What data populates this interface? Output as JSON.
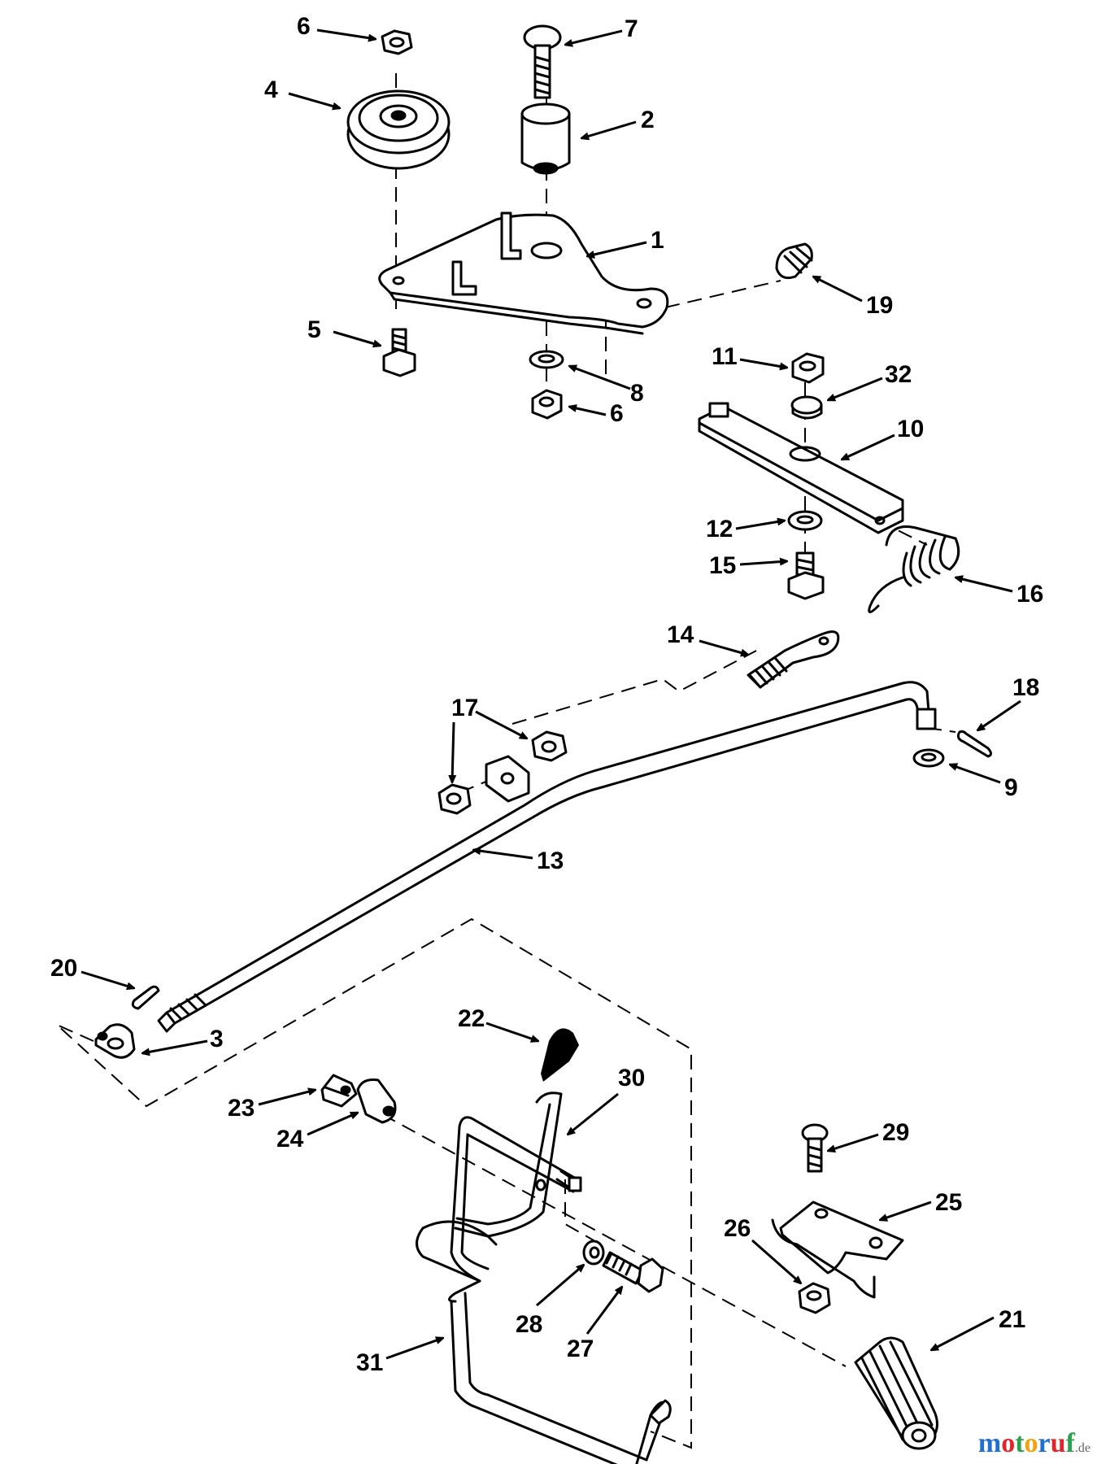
{
  "callouts": [
    "1",
    "2",
    "3",
    "4",
    "5",
    "6",
    "6",
    "7",
    "8",
    "9",
    "10",
    "11",
    "12",
    "13",
    "14",
    "15",
    "16",
    "17",
    "18",
    "19",
    "20",
    "21",
    "22",
    "23",
    "24",
    "25",
    "26",
    "27",
    "28",
    "29",
    "30",
    "31",
    "32"
  ],
  "watermark": {
    "letters": [
      "m",
      "o",
      "t",
      "o",
      "r",
      "u",
      "f"
    ],
    "letter_colors": [
      "#1f6fd1",
      "#e1262b",
      "#2aa14a",
      "#f2a20c",
      "#1f6fd1",
      "#e1262b",
      "#2aa14a"
    ],
    "suffix": ".de"
  }
}
